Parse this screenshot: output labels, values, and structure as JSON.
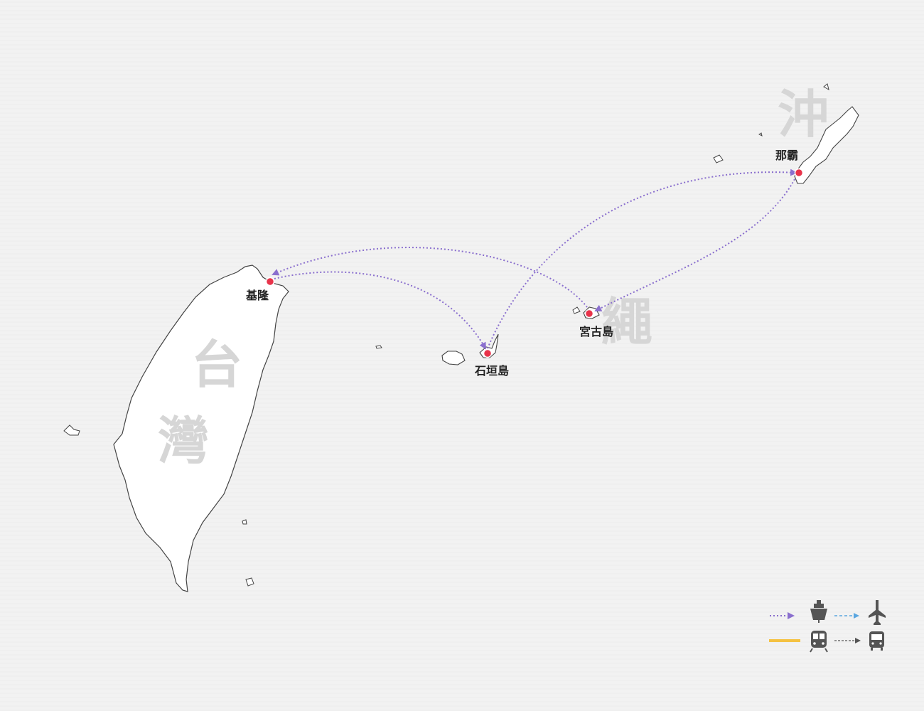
{
  "regions": [
    {
      "id": "taiwan",
      "chars": [
        "台",
        "灣"
      ]
    },
    {
      "id": "okinawa",
      "chars": [
        "沖",
        "繩"
      ]
    }
  ],
  "cities": {
    "keelung": "基隆",
    "ishigaki": "石垣島",
    "miyako": "宮古島",
    "naha": "那霸"
  },
  "routes": [
    {
      "from": "keelung",
      "to": "ishigaki",
      "mode": "ship"
    },
    {
      "from": "miyako",
      "to": "keelung",
      "mode": "ship"
    },
    {
      "from": "ishigaki",
      "to": "naha",
      "mode": "ship"
    },
    {
      "from": "naha",
      "to": "miyako",
      "mode": "ship"
    }
  ],
  "legend": [
    {
      "mode": "ship",
      "icon": "ship-icon",
      "line": "dotted",
      "color": "#8a6fce"
    },
    {
      "mode": "flight",
      "icon": "airplane-icon",
      "line": "dashed",
      "color": "#5aa6e0"
    },
    {
      "mode": "train",
      "icon": "train-icon",
      "line": "solid",
      "color": "#f5c242"
    },
    {
      "mode": "bus",
      "icon": "bus-icon",
      "line": "dashed",
      "color": "#555555"
    }
  ],
  "colors": {
    "route": "#8a6fce",
    "city_dot": "#e8334a",
    "land": "#ffffff",
    "coast": "#444444",
    "region_label": "#d6d6d6"
  }
}
